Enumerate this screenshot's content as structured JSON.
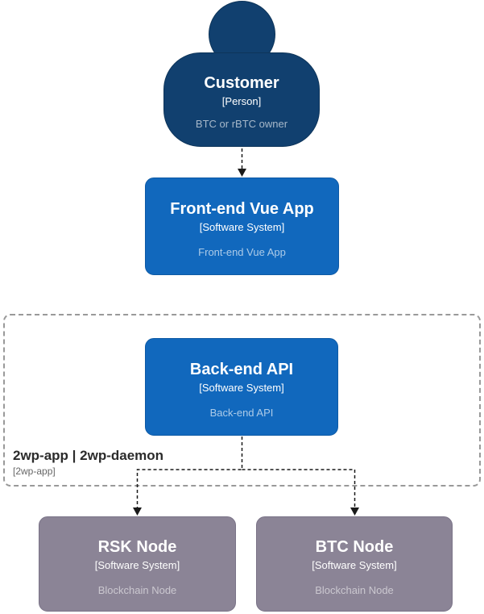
{
  "diagram": {
    "person": {
      "name": "Customer",
      "type": "[Person]",
      "description": "BTC or rBTC owner"
    },
    "frontend": {
      "name": "Front-end Vue App",
      "type": "[Software System]",
      "description": "Front-end Vue App"
    },
    "backend": {
      "name": "Back-end API",
      "type": "[Software System]",
      "description": "Back-end API"
    },
    "boundary": {
      "name": "2wp-app | 2wp-daemon",
      "type": "[2wp-app]"
    },
    "rsk_node": {
      "name": "RSK Node",
      "type": "[Software System]",
      "description": "Blockchain Node"
    },
    "btc_node": {
      "name": "BTC Node",
      "type": "[Software System]",
      "description": "Blockchain Node"
    },
    "relationships": [
      {
        "from": "Customer",
        "to": "Front-end Vue App"
      },
      {
        "from": "Back-end API",
        "to": "RSK Node"
      },
      {
        "from": "Back-end API",
        "to": "BTC Node"
      }
    ],
    "colors": {
      "person_fill": "#11406f",
      "person_stroke": "#0d3459",
      "system_fill": "#1168bd",
      "system_stroke": "#0e5aa5",
      "node_fill": "#8b8496",
      "node_stroke": "#7a7387",
      "boundary_border": "#999999",
      "arrow": "#1a1a1a"
    }
  }
}
